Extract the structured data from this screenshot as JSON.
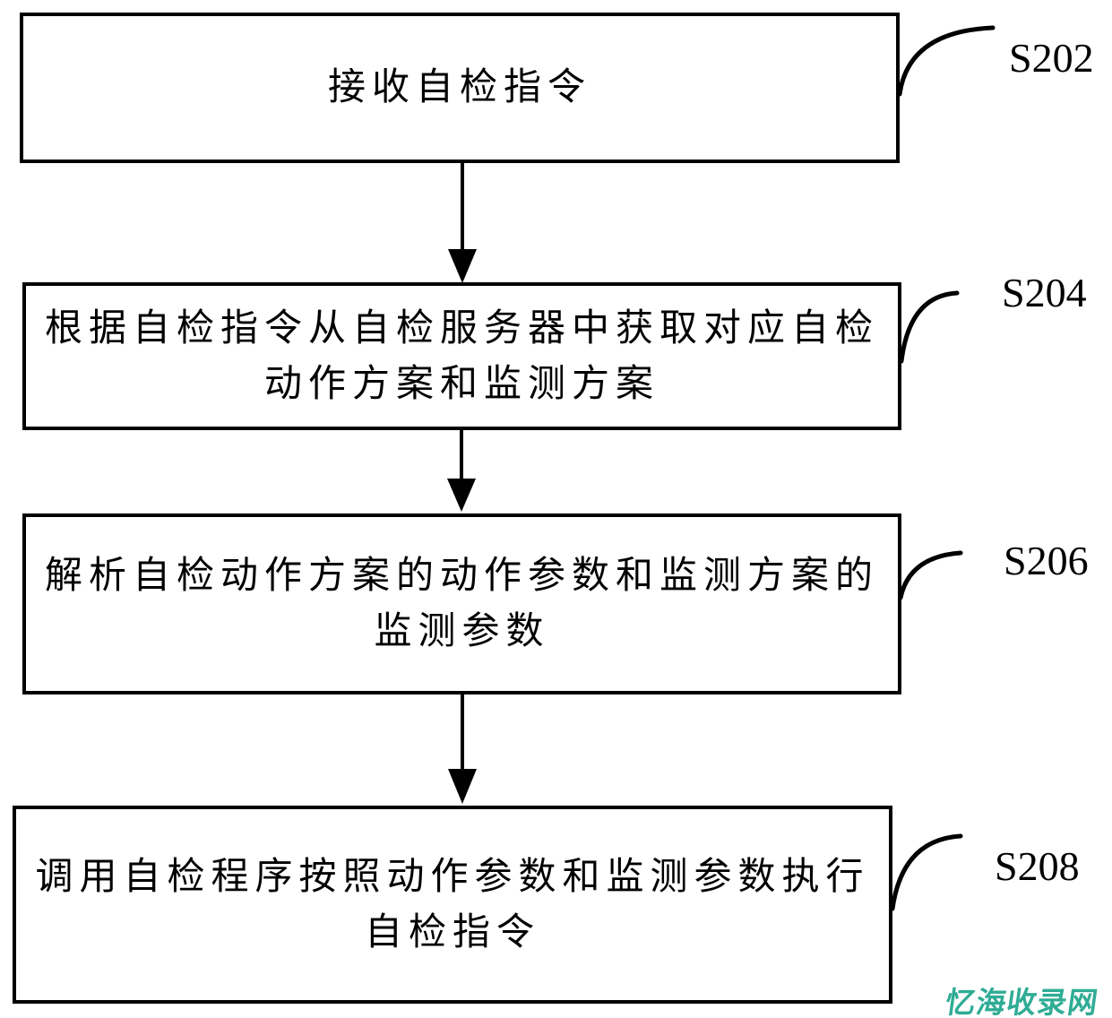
{
  "figure": {
    "type": "flowchart",
    "steps": [
      {
        "id": "S202",
        "lines": [
          "接收自检指令",
          ""
        ]
      },
      {
        "id": "S204",
        "lines": [
          "根据自检指令从自检服务器中获取对应自检",
          "动作方案和监测方案"
        ]
      },
      {
        "id": "S206",
        "lines": [
          "解析自检动作方案的动作参数和监测方案的",
          "监测参数"
        ]
      },
      {
        "id": "S208",
        "lines": [
          "调用自检程序按照动作参数和监测参数执行",
          "自检指令"
        ]
      }
    ],
    "watermark": {
      "text": "忆海收录网",
      "color": "#2fac95"
    },
    "colors": {
      "line": "#000000",
      "background": "#ffffff",
      "text": "#000000"
    }
  }
}
